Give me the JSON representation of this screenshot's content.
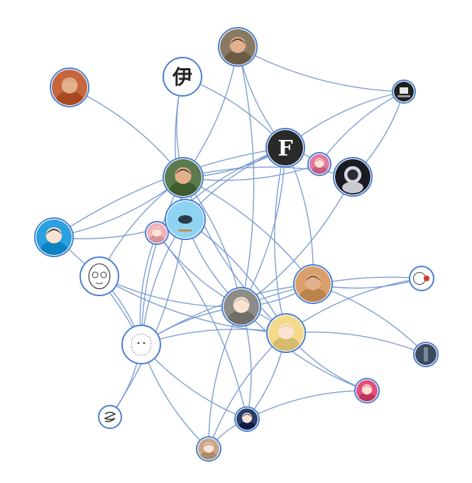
{
  "graph": {
    "nodes": [
      {
        "id": "glasses-man-top",
        "avatar": "man-with-glasses-photo",
        "bg": "#8a7a63"
      },
      {
        "id": "kanji-logo",
        "avatar": "kanji-logo",
        "text": "伊",
        "bg": "#ffffff"
      },
      {
        "id": "bald-man",
        "avatar": "bald-man-photo",
        "bg": "#c6663d"
      },
      {
        "id": "desk-monochrome",
        "avatar": "monochrome-desk-photo",
        "bg": "#202020"
      },
      {
        "id": "f-logo",
        "avatar": "stylized-f-logo",
        "text": "F",
        "bg": "#2a2a2a"
      },
      {
        "id": "pink-hair-small",
        "avatar": "pink-hair-anime-girl",
        "bg": "#e07aa0"
      },
      {
        "id": "astronaut",
        "avatar": "astronaut-photo",
        "bg": "#1b1b24"
      },
      {
        "id": "smiling-man",
        "avatar": "smiling-man-glasses-photo",
        "bg": "#5b7a4e"
      },
      {
        "id": "blue-bird",
        "avatar": "blue-bird-illustration",
        "bg": "#8fd3f2"
      },
      {
        "id": "anime-boy-blue",
        "avatar": "anime-boy-blue-bg",
        "bg": "#2aa0e0"
      },
      {
        "id": "pink-anime",
        "avatar": "pink-anime-girl",
        "bg": "#f3b1b9"
      },
      {
        "id": "sketch-face",
        "avatar": "line-sketch-face",
        "bg": "#ffffff"
      },
      {
        "id": "hat-man",
        "avatar": "man-in-hat-illustration",
        "bg": "#d9a06a"
      },
      {
        "id": "red-dot-sketch",
        "avatar": "sketch-with-red-dot",
        "bg": "#ffffff"
      },
      {
        "id": "gray-hair",
        "avatar": "gray-haired-anime",
        "bg": "#8e8c86"
      },
      {
        "id": "doodle-creature",
        "avatar": "doodle-creature",
        "bg": "#ffffff"
      },
      {
        "id": "blonde-anime",
        "avatar": "blonde-anime-boy",
        "bg": "#f5d98a"
      },
      {
        "id": "night-scene",
        "avatar": "night-scene-photo",
        "bg": "#3b4a5e"
      },
      {
        "id": "pink-hair-right",
        "avatar": "pink-haired-anime",
        "bg": "#e0507a"
      },
      {
        "id": "spiral-sketch",
        "avatar": "spiral-sketch",
        "bg": "#ffffff"
      },
      {
        "id": "dark-anime",
        "avatar": "dark-haired-anime",
        "bg": "#2a3c66"
      },
      {
        "id": "brown-anime",
        "avatar": "brown-haired-anime",
        "bg": "#c9a88a"
      }
    ],
    "edges": [
      [
        "glasses-man-top",
        "f-logo"
      ],
      [
        "glasses-man-top",
        "smiling-man"
      ],
      [
        "glasses-man-top",
        "desk-monochrome"
      ],
      [
        "glasses-man-top",
        "gray-hair"
      ],
      [
        "kanji-logo",
        "smiling-man"
      ],
      [
        "kanji-logo",
        "f-logo"
      ],
      [
        "kanji-logo",
        "blue-bird"
      ],
      [
        "bald-man",
        "smiling-man"
      ],
      [
        "desk-monochrome",
        "f-logo"
      ],
      [
        "desk-monochrome",
        "astronaut"
      ],
      [
        "desk-monochrome",
        "pink-hair-small"
      ],
      [
        "f-logo",
        "smiling-man"
      ],
      [
        "f-logo",
        "blue-bird"
      ],
      [
        "f-logo",
        "gray-hair"
      ],
      [
        "f-logo",
        "blonde-anime"
      ],
      [
        "f-logo",
        "hat-man"
      ],
      [
        "f-logo",
        "anime-boy-blue"
      ],
      [
        "f-logo",
        "pink-hair-small"
      ],
      [
        "f-logo",
        "pink-anime"
      ],
      [
        "pink-hair-small",
        "smiling-man"
      ],
      [
        "astronaut",
        "smiling-man"
      ],
      [
        "astronaut",
        "gray-hair"
      ],
      [
        "smiling-man",
        "blue-bird"
      ],
      [
        "smiling-man",
        "gray-hair"
      ],
      [
        "smiling-man",
        "doodle-creature"
      ],
      [
        "smiling-man",
        "hat-man"
      ],
      [
        "smiling-man",
        "blonde-anime"
      ],
      [
        "smiling-man",
        "anime-boy-blue"
      ],
      [
        "smiling-man",
        "sketch-face"
      ],
      [
        "blue-bird",
        "anime-boy-blue"
      ],
      [
        "blue-bird",
        "gray-hair"
      ],
      [
        "blue-bird",
        "blonde-anime"
      ],
      [
        "blue-bird",
        "doodle-creature"
      ],
      [
        "blue-bird",
        "spiral-sketch"
      ],
      [
        "pink-anime",
        "doodle-creature"
      ],
      [
        "pink-anime",
        "dark-anime"
      ],
      [
        "pink-anime",
        "gray-hair"
      ],
      [
        "anime-boy-blue",
        "doodle-creature"
      ],
      [
        "sketch-face",
        "gray-hair"
      ],
      [
        "sketch-face",
        "doodle-creature"
      ],
      [
        "sketch-face",
        "blonde-anime"
      ],
      [
        "hat-man",
        "gray-hair"
      ],
      [
        "hat-man",
        "red-dot-sketch"
      ],
      [
        "hat-man",
        "night-scene"
      ],
      [
        "hat-man",
        "doodle-creature"
      ],
      [
        "gray-hair",
        "blonde-anime"
      ],
      [
        "gray-hair",
        "doodle-creature"
      ],
      [
        "gray-hair",
        "dark-anime"
      ],
      [
        "gray-hair",
        "brown-anime"
      ],
      [
        "gray-hair",
        "red-dot-sketch"
      ],
      [
        "gray-hair",
        "pink-hair-right"
      ],
      [
        "doodle-creature",
        "blonde-anime"
      ],
      [
        "doodle-creature",
        "dark-anime"
      ],
      [
        "doodle-creature",
        "spiral-sketch"
      ],
      [
        "doodle-creature",
        "brown-anime"
      ],
      [
        "blonde-anime",
        "night-scene"
      ],
      [
        "blonde-anime",
        "pink-hair-right"
      ],
      [
        "blonde-anime",
        "dark-anime"
      ],
      [
        "blonde-anime",
        "brown-anime"
      ],
      [
        "blonde-anime",
        "red-dot-sketch"
      ],
      [
        "dark-anime",
        "brown-anime"
      ],
      [
        "dark-anime",
        "pink-hair-right"
      ]
    ]
  },
  "colors": {
    "edge": "#6f93cf",
    "ring": "#4a7fd0",
    "background": "#ffffff"
  }
}
